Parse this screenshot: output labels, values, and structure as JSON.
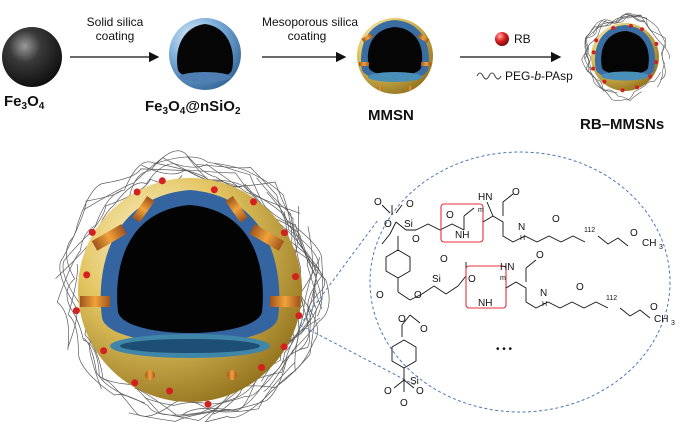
{
  "steps": {
    "step1": {
      "line1": "Solid silica",
      "line2": "coating"
    },
    "step2": {
      "line1": "Mesoporous silica",
      "line2": "coating"
    },
    "step3": {
      "rb": "RB",
      "peg_prefix": "PEG-",
      "peg_b": "b",
      "peg_suffix": "-PAsp"
    }
  },
  "particles": {
    "fe3o4": {
      "a": "Fe",
      "s1": "3",
      "b": "O",
      "s2": "4"
    },
    "core_shell": {
      "a": "Fe",
      "s1": "3",
      "b": "O",
      "s2": "4",
      "c": "@nSiO",
      "s3": "2"
    },
    "mmsn": "MMSN",
    "rb_mmsns": "RB–MMSNs"
  },
  "structure_labels": {
    "si": "Si",
    "o": "O",
    "nh": "NH",
    "hn": "HN",
    "n": "N",
    "h": "H",
    "m": "m",
    "n112": "112",
    "ch3": "CH",
    "three": "3",
    "ellipsis": "• • •"
  },
  "colors": {
    "gold": "#d8b843",
    "blue_shell": "#5a8fc4",
    "core": "#050505",
    "red_dye": "#d42020",
    "highlight_box": "#e0303a",
    "dashed_line": "#4a79b8"
  }
}
